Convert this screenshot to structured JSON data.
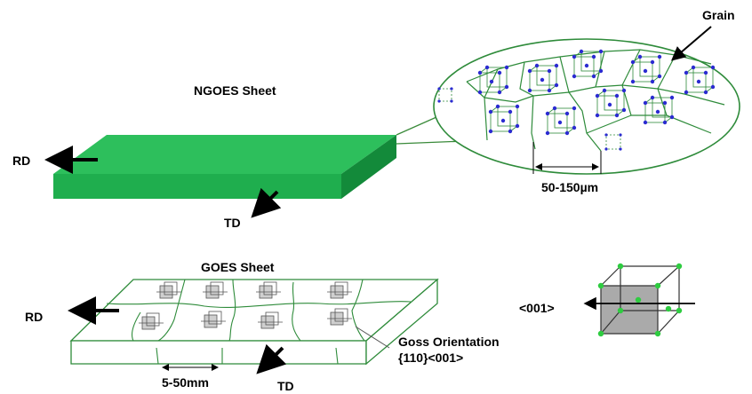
{
  "ngoes": {
    "title": "NGOES Sheet",
    "rd_label": "RD",
    "td_label": "TD",
    "grain_label": "Grain",
    "grain_size": "50-150µm",
    "sheet_color": "#1fae4e"
  },
  "goes": {
    "title": "GOES Sheet",
    "rd_label": "RD",
    "td_label": "TD",
    "grain_size": "5-50mm",
    "goss_line1": "Goss Orientation",
    "goss_line2": "{110}<001>",
    "outline_color": "#2e8b3a"
  },
  "cube": {
    "direction_label": "<001>",
    "node_color": "#2ecc40"
  },
  "colors": {
    "atom": "#2b2bd1",
    "lattice": "#2e8b3a"
  }
}
